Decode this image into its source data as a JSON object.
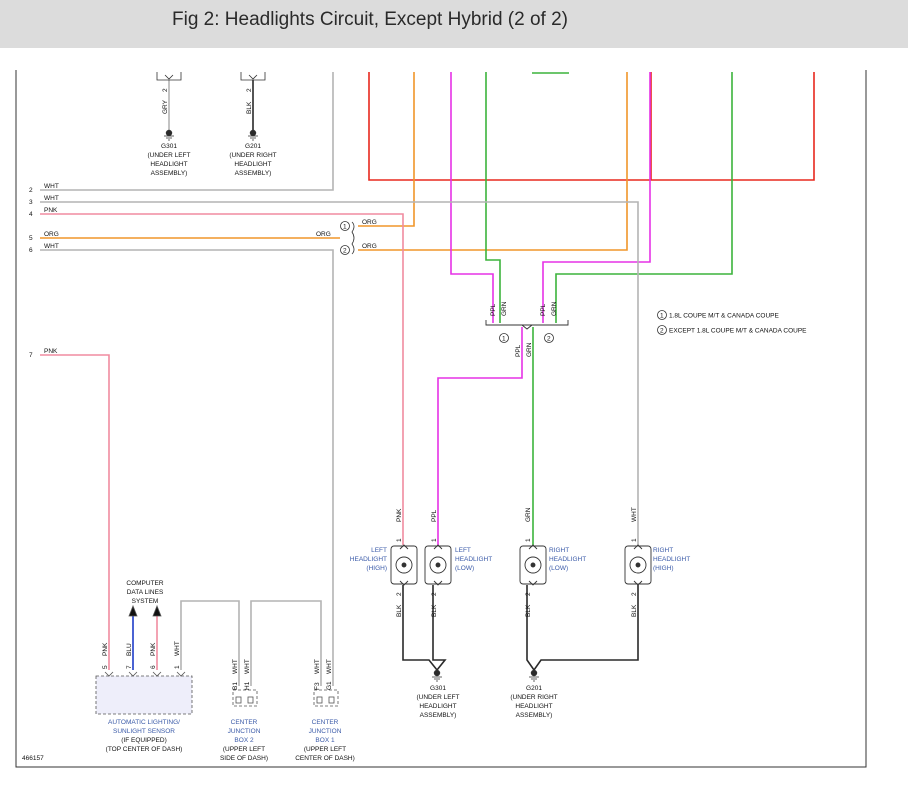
{
  "header": {
    "title": "Fig 2: Headlights Circuit, Except Hybrid (2 of 2)"
  },
  "diagram_id": "466157",
  "notes": {
    "n1_symbol": "1",
    "n1_text": "1.8L COUPE M/T & CANADA COUPE",
    "n2_symbol": "2",
    "n2_text": "EXCEPT 1.8L COUPE M/T & CANADA COUPE"
  },
  "left_connector": {
    "pins": [
      "2",
      "3",
      "4",
      "5",
      "6",
      "7"
    ],
    "wires": [
      "WHT",
      "WHT",
      "PNK",
      "ORG",
      "WHT",
      "PNK"
    ],
    "org_mid": "ORG",
    "org_upper": "ORG",
    "org_lower": "ORG",
    "sym1": "1",
    "sym2": "2"
  },
  "colors": {
    "red": "#e8281e",
    "orange": "#f0962a",
    "magenta": "#e632e6",
    "green": "#3cb43c",
    "pink": "#f08ca0",
    "blue": "#1e3cc8",
    "gray": "#b4b4b4",
    "black": "#2a2a2a"
  },
  "top_grounds": {
    "left": {
      "wire": "GRY",
      "pin": "2",
      "name": "G301",
      "loc1": "(UNDER LEFT",
      "loc2": "HEADLIGHT",
      "loc3": "ASSEMBLY)"
    },
    "right": {
      "wire": "BLK",
      "pin": "2",
      "name": "G201",
      "loc1": "(UNDER RIGHT",
      "loc2": "HEADLIGHT",
      "loc3": "ASSEMBLY)"
    }
  },
  "splice": {
    "upper": [
      "PPL",
      "GRN",
      "PPL",
      "GRN"
    ],
    "lower": [
      "PPL",
      "GRN"
    ],
    "sym1": "1",
    "sym2": "2"
  },
  "headlights": [
    {
      "l1": "LEFT",
      "l2": "HEADLIGHT",
      "l3": "(HIGH)",
      "top_wire": "PNK",
      "top_pin": "1",
      "bot_pin": "2",
      "bot_wire": "BLK"
    },
    {
      "l1": "LEFT",
      "l2": "HEADLIGHT",
      "l3": "(LOW)",
      "top_wire": "PPL",
      "top_pin": "1",
      "bot_pin": "2",
      "bot_wire": "BLK"
    },
    {
      "l1": "RIGHT",
      "l2": "HEADLIGHT",
      "l3": "(LOW)",
      "top_wire": "GRN",
      "top_pin": "1",
      "bot_pin": "2",
      "bot_wire": "BLK"
    },
    {
      "l1": "RIGHT",
      "l2": "HEADLIGHT",
      "l3": "(HIGH)",
      "top_wire": "WHT",
      "top_pin": "1",
      "bot_pin": "2",
      "bot_wire": "BLK"
    }
  ],
  "bottom_grounds": {
    "left": {
      "name": "G301",
      "loc1": "(UNDER LEFT",
      "loc2": "HEADLIGHT",
      "loc3": "ASSEMBLY)"
    },
    "right": {
      "name": "G201",
      "loc1": "(UNDER RIGHT",
      "loc2": "HEADLIGHT",
      "loc3": "ASSEMBLY)"
    }
  },
  "sensor": {
    "cdl1": "COMPUTER",
    "cdl2": "DATA LINES",
    "cdl3": "SYSTEM",
    "wires": [
      "PNK",
      "BLU",
      "PNK",
      "WHT"
    ],
    "pins": [
      "5",
      "7",
      "6",
      "1"
    ],
    "n1": "AUTOMATIC LIGHTING/",
    "n2": "SUNLIGHT SENSOR",
    "n3": "(IF EQUIPPED)",
    "n4": "(TOP CENTER OF DASH)"
  },
  "cjb2": {
    "wires": [
      "WHT",
      "WHT"
    ],
    "pins": [
      "B1",
      "H1"
    ],
    "n1": "CENTER",
    "n2": "JUNCTION",
    "n3": "BOX 2",
    "n4": "(UPPER LEFT",
    "n5": "SIDE OF DASH)"
  },
  "cjb1": {
    "wires": [
      "WHT",
      "WHT"
    ],
    "pins": [
      "F3",
      "G1"
    ],
    "n1": "CENTER",
    "n2": "JUNCTION",
    "n3": "BOX 1",
    "n4": "(UPPER LEFT",
    "n5": "CENTER OF DASH)"
  }
}
